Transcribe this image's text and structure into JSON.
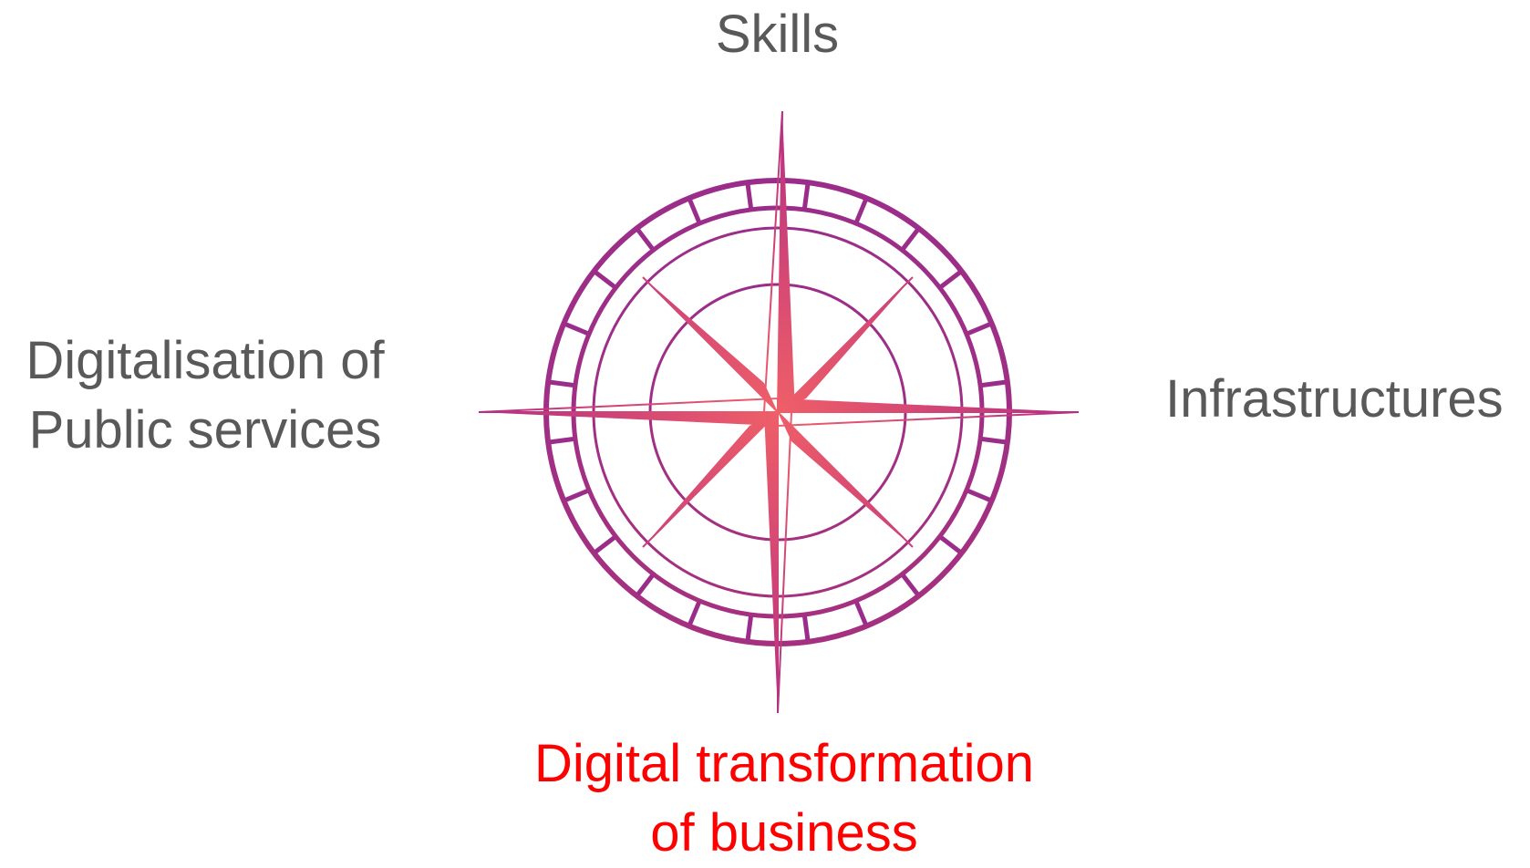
{
  "labels": {
    "north": "Skills",
    "east": "Infrastructures",
    "west": [
      "Digitalisation of",
      "Public services"
    ],
    "south": [
      "Digital transformation",
      "of business"
    ]
  },
  "colors": {
    "text": "#595959",
    "highlight": "#ff0000",
    "ring": "#9b2d8a",
    "star_center": "#ef5f68",
    "star_edge": "#b52e82"
  },
  "icon": "compass-rose-icon"
}
